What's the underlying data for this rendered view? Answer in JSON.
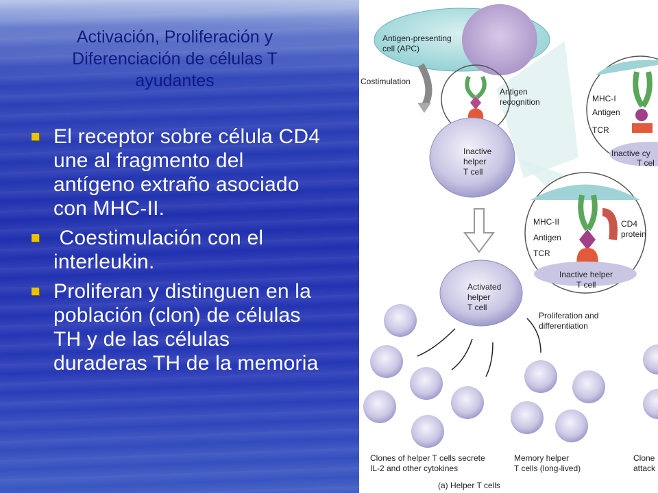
{
  "slide": {
    "title_lines": [
      "Activación, Proliferación y",
      "Diferenciación de células T",
      "ayudantes"
    ],
    "bullets": [
      {
        "text": "El receptor sobre célula CD4 une al fragmento del antígeno extraño asociado con MHC-II."
      },
      {
        "text": " Coestimulación con el interleukin."
      },
      {
        "text": "Proliferan y distinguen en la población (clon) de células TH y de las células duraderas TH de la memoria"
      }
    ],
    "colors": {
      "title": "#101a80",
      "bullet_text": "#ffffff",
      "bullet_mark": "#e8c400",
      "background": "#2233b0"
    }
  },
  "figure": {
    "apc_label_1": "Antigen-presenting",
    "apc_label_2": "cell (APC)",
    "costimulation": "Costimulation",
    "antigen_recognition_1": "Antigen",
    "antigen_recognition_2": "recognition",
    "inactive_cell_1": "Inactive",
    "inactive_cell_2": "helper",
    "inactive_cell_3": "T cell",
    "mhc1": "MHC-I",
    "antigen_top": "Antigen",
    "tcr_top": "TCR",
    "inactive_cyto_1": "Inactive cy",
    "inactive_cyto_2": "T cel",
    "mhc2": "MHC-II",
    "antigen_mid": "Antigen",
    "tcr_mid": "TCR",
    "cd4_1": "CD4",
    "cd4_2": "protein",
    "inactive_helper_1": "Inactive helper",
    "inactive_helper_2": "T cell",
    "activated_1": "Activated",
    "activated_2": "helper",
    "activated_3": "T cell",
    "prolif_1": "Proliferation and",
    "prolif_2": "differentiation",
    "clones_1": "Clones of helper T cells secrete",
    "clones_2": "IL-2 and other cytokines",
    "memory_1": "Memory helper",
    "memory_2": "T cells (long-lived)",
    "clone_right_1": "Clone",
    "clone_right_2": "attack",
    "caption": "(a) Helper T cells"
  }
}
